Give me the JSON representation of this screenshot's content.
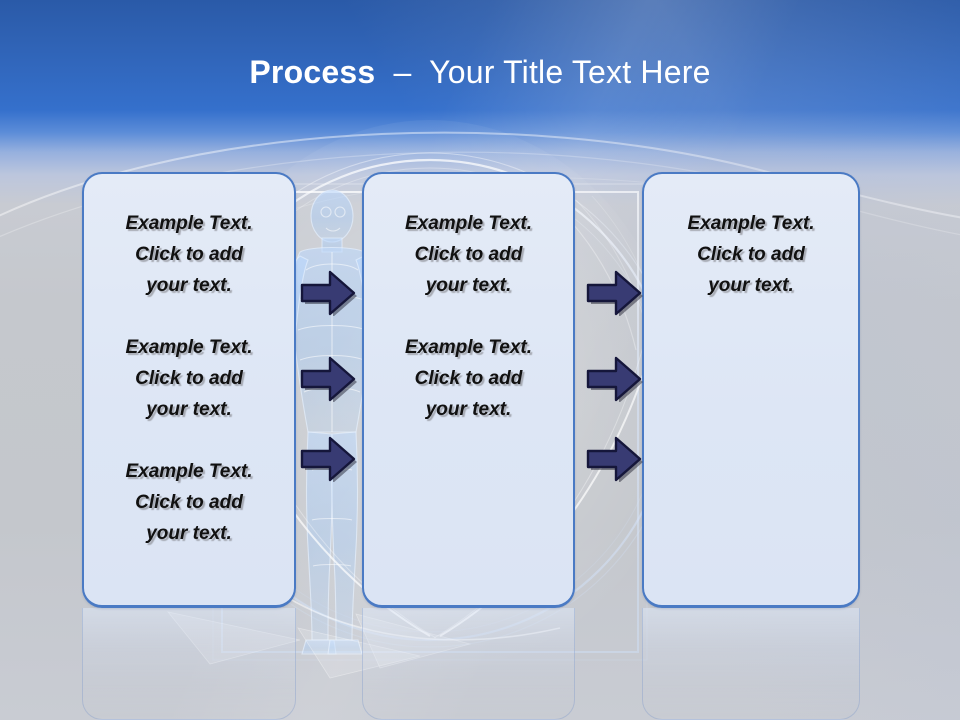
{
  "slide": {
    "title": {
      "strong": "Process",
      "rest": "  –  Your Title Text Here"
    },
    "theme": {
      "title_color": "#ffffff",
      "header_blue_top": "#2a5aa8",
      "header_blue_mid": "#3570cc",
      "body_gray": "#c4c7cc",
      "box_fill": "#dde6f5",
      "box_border": "#4a7ac4",
      "arrow_fill": "#383b73",
      "arrow_outline": "#15163a",
      "text_color": "#111111"
    },
    "background_art": {
      "name": "vitruvian-figure-watermark",
      "description": "translucent blue anatomical human figure with circle and square outlines"
    }
  },
  "boxes": [
    {
      "id": "box-1",
      "paragraphs": [
        "Example Text.\nClick  to add\nyour text.",
        "Example Text.\nClick  to add\nyour text.",
        "Example Text.\nClick  to add\nyour text."
      ]
    },
    {
      "id": "box-2",
      "paragraphs": [
        "Example Text.\nClick  to add\nyour text.",
        "Example Text.\nClick  to add\nyour text."
      ]
    },
    {
      "id": "box-3",
      "paragraphs": [
        "Example Text.\nClick  to add\nyour text."
      ]
    }
  ],
  "arrows": {
    "count": 6,
    "direction": "right",
    "columns": 2,
    "rows": 3
  }
}
